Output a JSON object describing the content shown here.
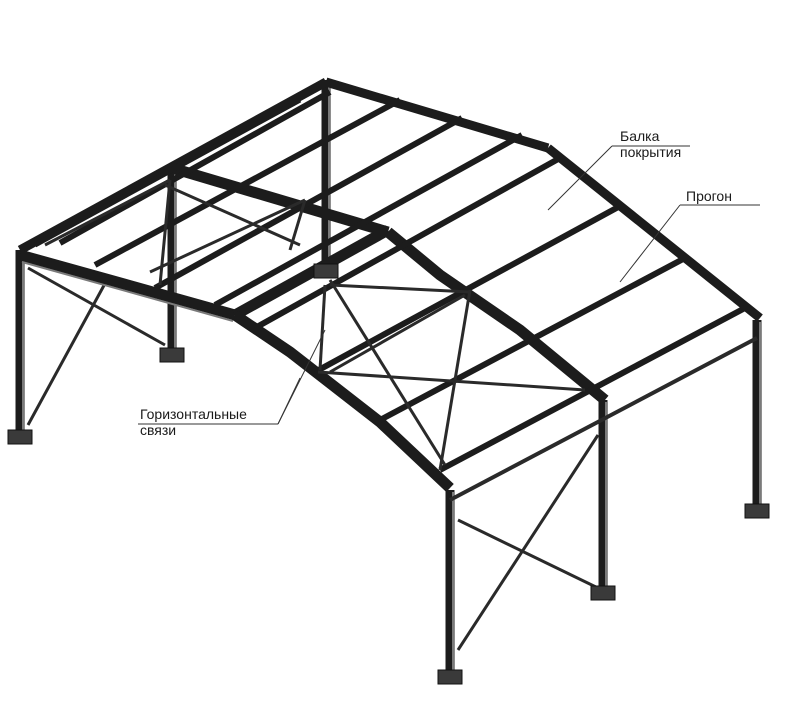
{
  "labels": {
    "roof_beam_line1": "Балка",
    "roof_beam_line2": "покрытия",
    "purlin": "Прогон",
    "bracing_line1": "Горизонтальные",
    "bracing_line2": "связи"
  }
}
